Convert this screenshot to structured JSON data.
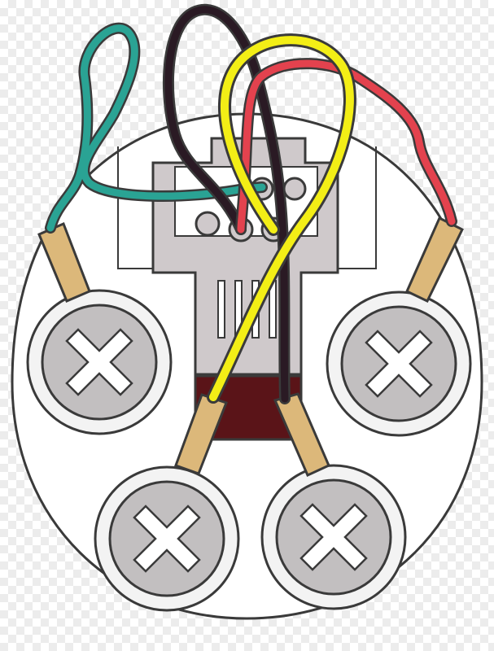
{
  "image": {
    "subject": "telephone-jack-wiring-illustration",
    "background": "transparent-checkerboard"
  },
  "colors": {
    "plate": "#ffffff",
    "outline": "#3a3a3a",
    "jack_body": "#cfc9cb",
    "jack_slot": "#5a1418",
    "screw": "#c2bfc0",
    "screw_ring": "#f3f3f3",
    "lug": "#dcb87a",
    "wire_green": "#2aa394",
    "wire_black": "#2a1a24",
    "wire_yellow": "#f3ee16",
    "wire_red": "#e3424e"
  },
  "terminals": [
    {
      "name": "top-left",
      "wire": "green"
    },
    {
      "name": "top-right",
      "wire": "red"
    },
    {
      "name": "bottom-left",
      "wire": "yellow"
    },
    {
      "name": "bottom-right",
      "wire": "black"
    }
  ]
}
